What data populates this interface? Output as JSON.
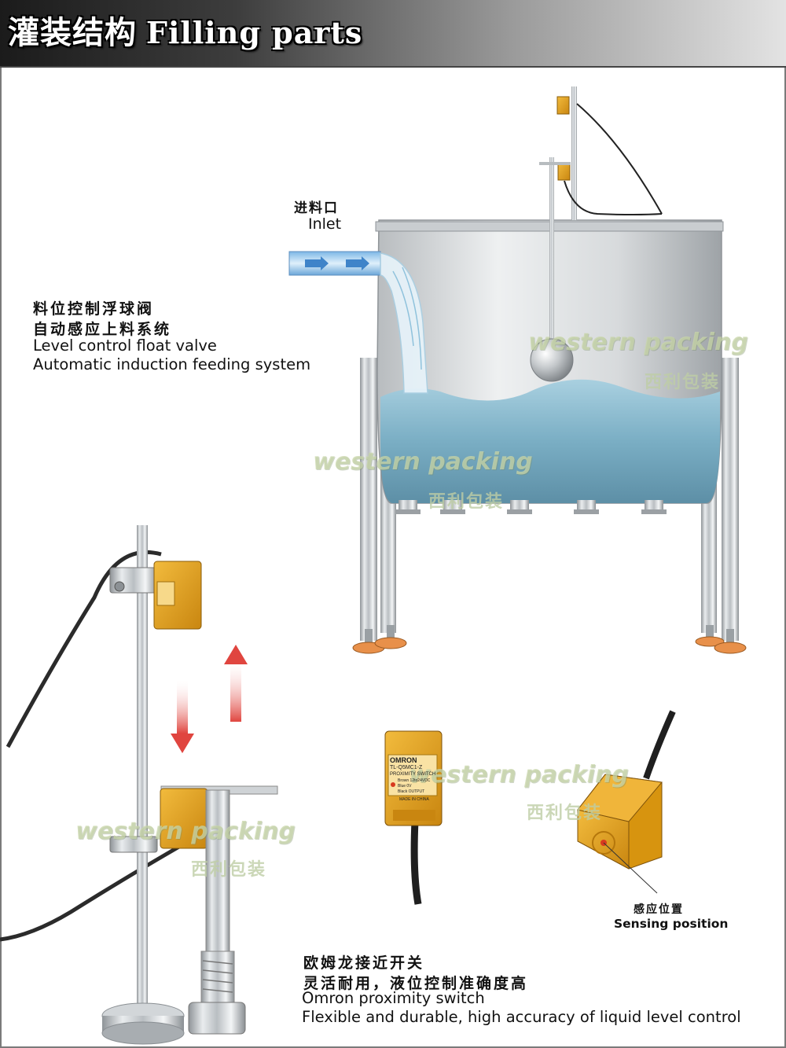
{
  "header": {
    "title_cn": "灌装结构",
    "title_en": "Filling parts"
  },
  "inlet": {
    "label_cn": "进料口",
    "label_en": "Inlet"
  },
  "float_valve": {
    "line1_cn": "料位控制浮球阀",
    "line2_cn": "自动感应上料系统",
    "line1_en": "Level control float valve",
    "line2_en": "Automatic induction feeding system"
  },
  "sensing": {
    "label_cn": "感应位置",
    "label_en": "Sensing position"
  },
  "omron": {
    "line1_cn": "欧姆龙接近开关",
    "line2_cn": "灵活耐用，液位控制准确度高",
    "line1_en": "Omron proximity switch",
    "line2_en": "Flexible and durable, high accuracy of liquid level control"
  },
  "sensor_print": {
    "brand": "OMRON",
    "model": "TL-Q5MC1-Z",
    "type": "PROXIMITY SWITCH",
    "wire1": "Brown 12to24VDC",
    "wire2": "Blue 0V",
    "wire3": "Black OUTPUT",
    "made": "MADE IN CHINA"
  },
  "watermark": {
    "en": "western packing",
    "cn": "西利包装"
  },
  "colors": {
    "sensor_orange": "#e3a21a",
    "liquid": "#7fb2c8",
    "arrow_red": "#e0453f",
    "header_dark": "#1b1b1b"
  }
}
